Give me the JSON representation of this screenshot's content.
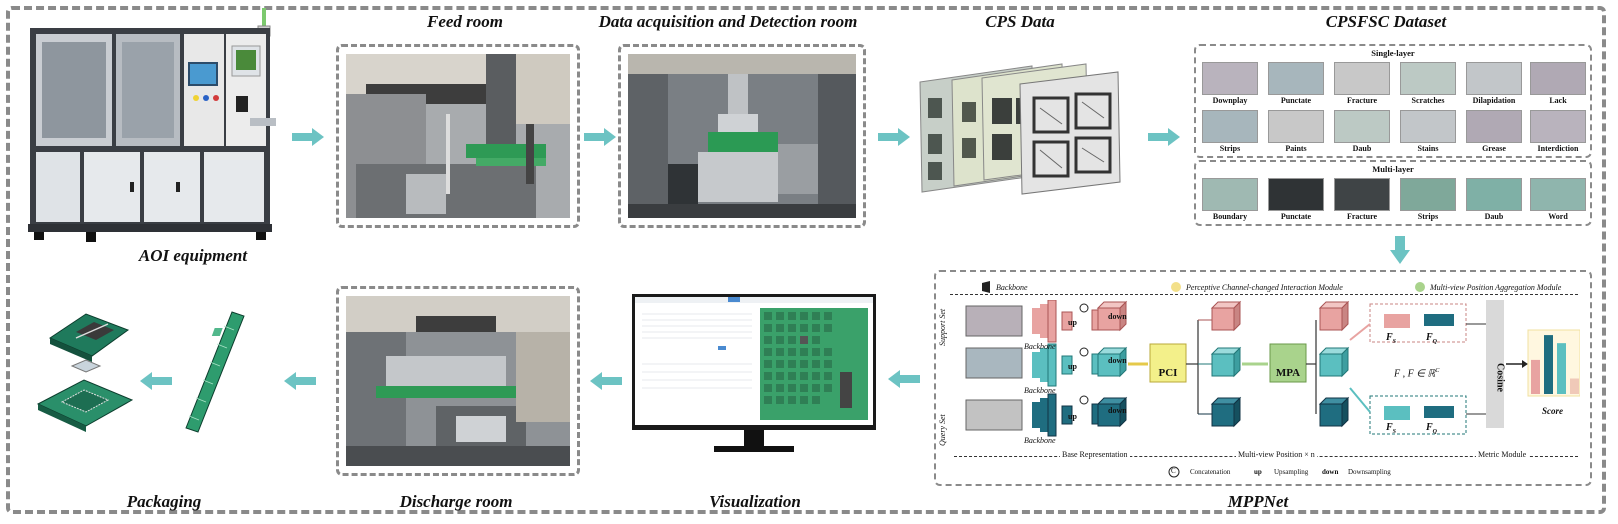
{
  "stages": {
    "aoi": "AOI equipment",
    "feed": "Feed room",
    "acquisition": "Data acquisition and Detection room",
    "cps": "CPS Data",
    "dataset": "CPSFSC Dataset",
    "mppnet": "MPPNet",
    "visualization": "Visualization",
    "discharge": "Discharge room",
    "packaging": "Packaging"
  },
  "dataset": {
    "single_title": "Single-layer",
    "multi_title": "Multi-layer",
    "single_row1": [
      "Downplay",
      "Punctate",
      "Fracture",
      "Scratches",
      "Dilapidation",
      "Lack"
    ],
    "single_row2": [
      "Strips",
      "Paints",
      "Daub",
      "Stains",
      "Grease",
      "Interdiction"
    ],
    "multi_row": [
      "Boundary",
      "Punctate",
      "Fracture",
      "Strips",
      "Daub",
      "Word"
    ]
  },
  "mppnet": {
    "legend_backbone": "Backbone",
    "legend_pci": "Perceptive Channel-changed Interaction Module",
    "legend_mpa": "Multi-view Position  Aggregation Module",
    "support_set": "Support Set",
    "query_set": "Query Set",
    "backbone": "Backbone",
    "up": "up",
    "down": "down",
    "pci": "PCI",
    "mpa": "MPA",
    "cosine": "Cosine",
    "score": "Score",
    "fs": "F",
    "fs_sub": "S",
    "fq": "F",
    "fq_sub": "Q",
    "formula": "F , F  ∈ ℝ",
    "formula_sup": "C",
    "base": "Base Representation",
    "multiview": "Multi-view Position × n",
    "metric": "Metric Module",
    "concat_symbol": "C",
    "concat": "Concatenation",
    "upsampling": "Upsampling",
    "downsampling": "Downsampling",
    "up_key": "up",
    "down_key": "down",
    "score_bars": [
      0.55,
      0.95,
      0.82,
      0.25
    ]
  },
  "colors": {
    "arrow": "#6cc3c3",
    "pink": "#e8a3a1",
    "teal": "#5bbfc0",
    "dark_teal": "#1f6d80",
    "pci_fill": "#f3f08a",
    "mpa_fill": "#a9d38c",
    "cosine_fill": "#d9d9d9"
  }
}
